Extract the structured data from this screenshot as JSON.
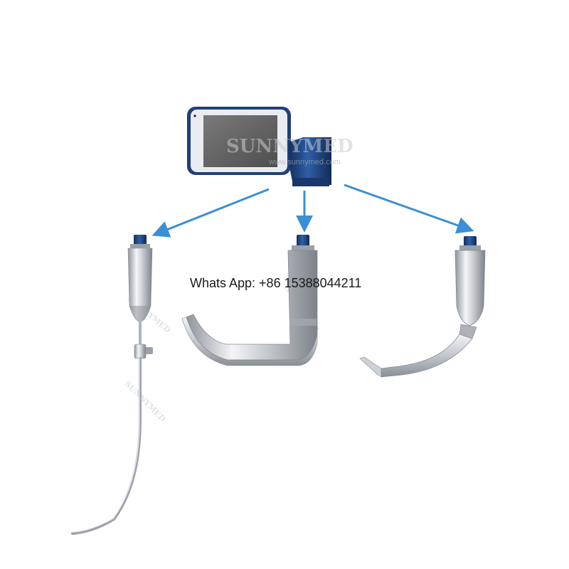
{
  "contact": {
    "text": "Whats App: +86 15388044211"
  },
  "watermark": {
    "brand": "SUNNYMED",
    "url": "www.sunnymed.com"
  },
  "colors": {
    "arrow": "#3a8fd6",
    "device_blue": "#1f3f7a",
    "screen": "#6b6b6b",
    "steel": "#b9bdc4"
  }
}
